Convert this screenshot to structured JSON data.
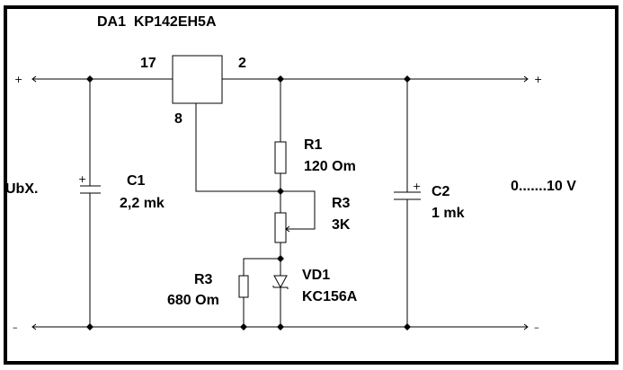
{
  "title": "DA1  KP142EH5A",
  "regulator": {
    "ref": "DA1",
    "part": "KP142EH5A",
    "pins": {
      "input": "17",
      "output": "2",
      "common": "8"
    }
  },
  "input": {
    "label": "UbX.",
    "plus": "+",
    "minus": "–"
  },
  "output": {
    "label": "0.......10 V",
    "plus": "+",
    "minus": "–"
  },
  "components": {
    "c1": {
      "ref": "C1",
      "value": "2,2 mk",
      "polarity": "+"
    },
    "c2": {
      "ref": "C2",
      "value": "1 mk",
      "polarity": "+"
    },
    "r1": {
      "ref": "R1",
      "value": "120 Om"
    },
    "r3_pot": {
      "ref": "R3",
      "value": "3K"
    },
    "r3_fixed": {
      "ref": "R3",
      "value": "680 Om"
    },
    "vd1": {
      "ref": "VD1",
      "value": "KC156A"
    }
  }
}
